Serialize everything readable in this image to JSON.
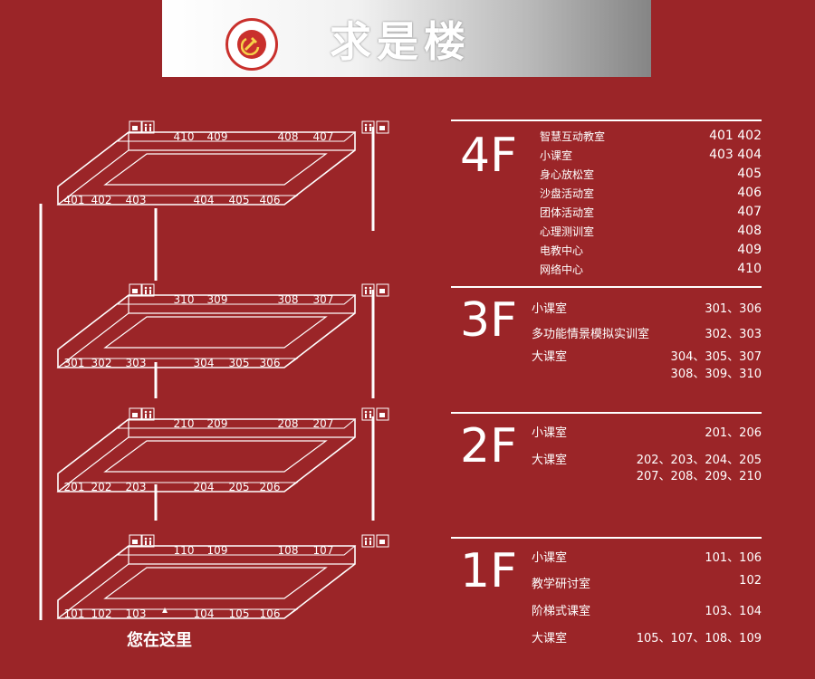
{
  "header": {
    "title": "求是楼"
  },
  "you_are_here": "您在这里",
  "floors": [
    {
      "label": "4F",
      "rooms_front": [
        "401",
        "402",
        "403",
        "404",
        "405",
        "406"
      ],
      "rooms_back": [
        "410",
        "409",
        "408",
        "407"
      ],
      "directory": [
        {
          "name": "智慧互动教室",
          "rooms": "401  402"
        },
        {
          "name": "小课室",
          "rooms": "403  404"
        },
        {
          "name": "身心放松室",
          "rooms": "405"
        },
        {
          "name": "沙盘活动室",
          "rooms": "406"
        },
        {
          "name": "团体活动室",
          "rooms": "407"
        },
        {
          "name": "心理测训室",
          "rooms": "408"
        },
        {
          "name": "电教中心",
          "rooms": "409"
        },
        {
          "name": "网络中心",
          "rooms": "410"
        }
      ]
    },
    {
      "label": "3F",
      "rooms_front": [
        "301",
        "302",
        "303",
        "304",
        "305",
        "306"
      ],
      "rooms_back": [
        "310",
        "309",
        "308",
        "307"
      ],
      "directory": [
        {
          "name": "小课室",
          "rooms": "301、306"
        },
        {
          "name": "多功能情景模拟实训室",
          "rooms": "302、303"
        },
        {
          "name": "大课室",
          "rooms": "304、305、307"
        },
        {
          "name": "",
          "rooms": "308、309、310"
        }
      ]
    },
    {
      "label": "2F",
      "rooms_front": [
        "201",
        "202",
        "203",
        "204",
        "205",
        "206"
      ],
      "rooms_back": [
        "210",
        "209",
        "208",
        "207"
      ],
      "directory": [
        {
          "name": "小课室",
          "rooms": "201、206"
        },
        {
          "name": "大课室",
          "rooms": "202、203、204、205"
        },
        {
          "name": "",
          "rooms": "207、208、209、210"
        }
      ]
    },
    {
      "label": "1F",
      "rooms_front": [
        "101",
        "102",
        "103",
        "104",
        "105",
        "106"
      ],
      "rooms_back": [
        "110",
        "109",
        "108",
        "107"
      ],
      "directory": [
        {
          "name": "小课室",
          "rooms": "101、106"
        },
        {
          "name": "教学研讨室",
          "rooms": "102"
        },
        {
          "name": "阶梯式课室",
          "rooms": "103、104"
        },
        {
          "name": "大课室",
          "rooms": "105、107、108、109"
        }
      ]
    }
  ],
  "colors": {
    "background": "#9b2528",
    "text": "#ffffff",
    "logo": "#c9302c"
  }
}
